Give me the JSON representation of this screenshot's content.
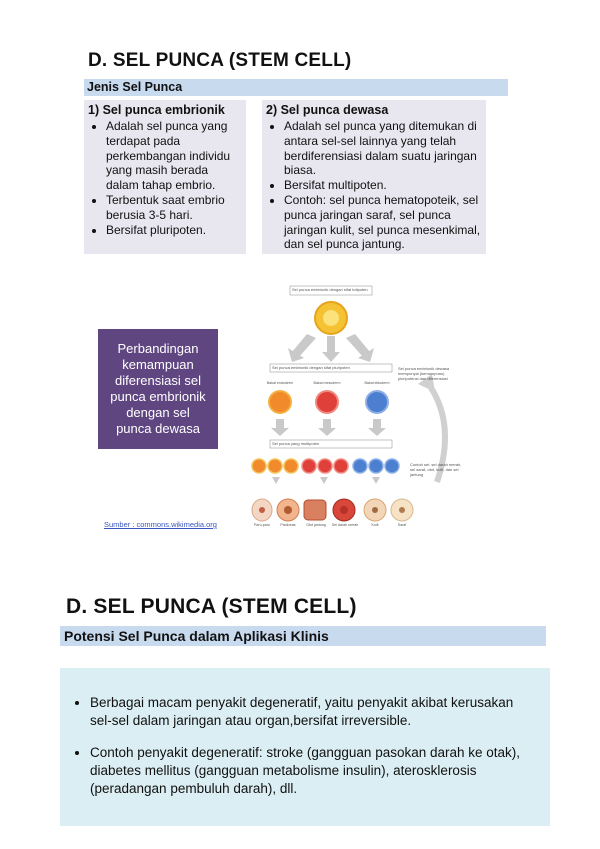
{
  "slide1": {
    "title": "D.   SEL PUNCA (STEM CELL)",
    "subtitle": "Jenis Sel Punca",
    "embryonic": {
      "heading": "1)    Sel punca embrionik",
      "bullets": [
        "Adalah sel punca yang terdapat pada perkembangan individu yang masih berada dalam tahap embrio.",
        "Terbentuk saat embrio berusia 3-5 hari.",
        "Bersifat pluripoten."
      ]
    },
    "adult": {
      "heading": "2)    Sel punca dewasa",
      "bullets": [
        "Adalah sel punca yang ditemukan di antara sel-sel lainnya yang telah berdiferensiasi dalam suatu jaringan biasa.",
        "Bersifat multipoten.",
        "Contoh: sel punca hematopoteik, sel punca jaringan saraf, sel punca jaringan kulit, sel punca mesenkimal, dan sel punca jantung."
      ]
    },
    "comparison": "Perbandingan kemampuan diferensiasi sel punca embrionik dengan sel punca dewasa",
    "source": "Sumber : commons.wikimedia.org",
    "diagram": {
      "top_label": "Sel punca embrionik dengan sifat totipoten",
      "mid_label": "Sel punca embrionik dengan sifat pluripoten",
      "germ_labels": [
        "Bakal endoderm",
        "Bakal mesoderm",
        "Bakal ektoderm"
      ],
      "right_note_1": "Sel punca embrionik dewasa mempunyai (kemampuan) pluripotensi dan diferensiasi",
      "multi_label": "Sel punca yang multipoten",
      "right_note_2": "Contoh sel: sel darah merah, sel saraf, otot, kulit, dan sel jantung",
      "final_labels": [
        "Paru-paru",
        "Pankreas",
        "Otot jantung",
        "Sel darah merah",
        "Kulit",
        "Saraf"
      ],
      "colors": {
        "top": "#f4c232",
        "endoderm": "#f08a2a",
        "mesoderm": "#e0403a",
        "ectoderm": "#4c7fd0",
        "arrow": "#c9c9c9"
      }
    }
  },
  "slide2": {
    "title": "D.   SEL PUNCA (STEM CELL)",
    "subtitle": "Potensi Sel Punca dalam Aplikasi Klinis",
    "bullets": [
      "Berbagai macam penyakit degeneratif, yaitu penyakit akibat kerusakan sel-sel dalam jaringan atau organ,bersifat irreversible.",
      "Contoh penyakit degeneratif: stroke (gangguan pasokan darah ke otak), diabetes mellitus (gangguan metabolisme insulin), aterosklerosis (peradangan pembuluh darah), dll."
    ]
  }
}
